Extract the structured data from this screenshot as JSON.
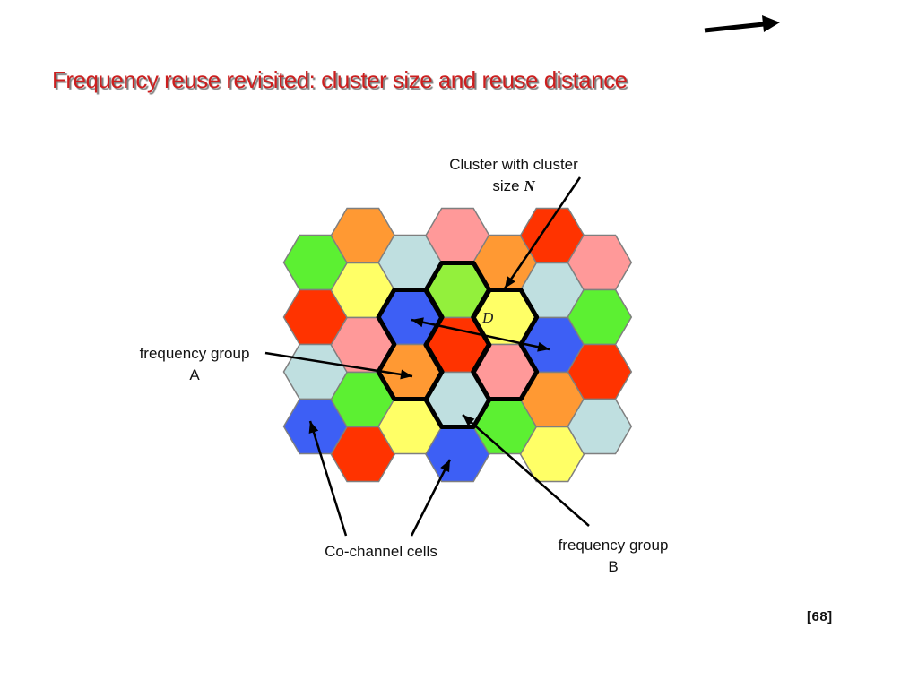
{
  "slide": {
    "title": "Frequency reuse revisited:  cluster size and reuse distance",
    "page_number": "[68]"
  },
  "labels": {
    "cluster_line1": "Cluster with cluster",
    "cluster_line2_prefix": "size ",
    "cluster_line2_var": "N",
    "reuse_distance": "D",
    "group_a_line1": "frequency group",
    "group_a_line2": "A",
    "co_channel": "Co-channel cells",
    "group_b_line1": "frequency group",
    "group_b_line2": "B"
  },
  "colors": {
    "title": "#cc1f1f",
    "green": "#5cf032",
    "lime": "#93f03c",
    "orange": "#ff9933",
    "red": "#ff3300",
    "yellow": "#ffff66",
    "pink": "#ff9999",
    "lightblue": "#bfdfe0",
    "blue": "#3d5ff5",
    "cell_border": "#7f7f7f",
    "cluster_border": "#000000"
  },
  "grid": {
    "columns": [
      [
        "green",
        "red",
        "lightblue",
        "blue"
      ],
      [
        "orange",
        "yellow",
        "pink",
        "green",
        "red"
      ],
      [
        "lightblue",
        "blue",
        "orange",
        "yellow"
      ],
      [
        "pink",
        "lime",
        "red",
        "lightblue",
        "blue"
      ],
      [
        "orange",
        "yellow",
        "pink",
        "green"
      ],
      [
        "red",
        "lightblue",
        "blue",
        "orange",
        "yellow"
      ],
      [
        "pink",
        "green",
        "red",
        "lightblue"
      ]
    ]
  }
}
